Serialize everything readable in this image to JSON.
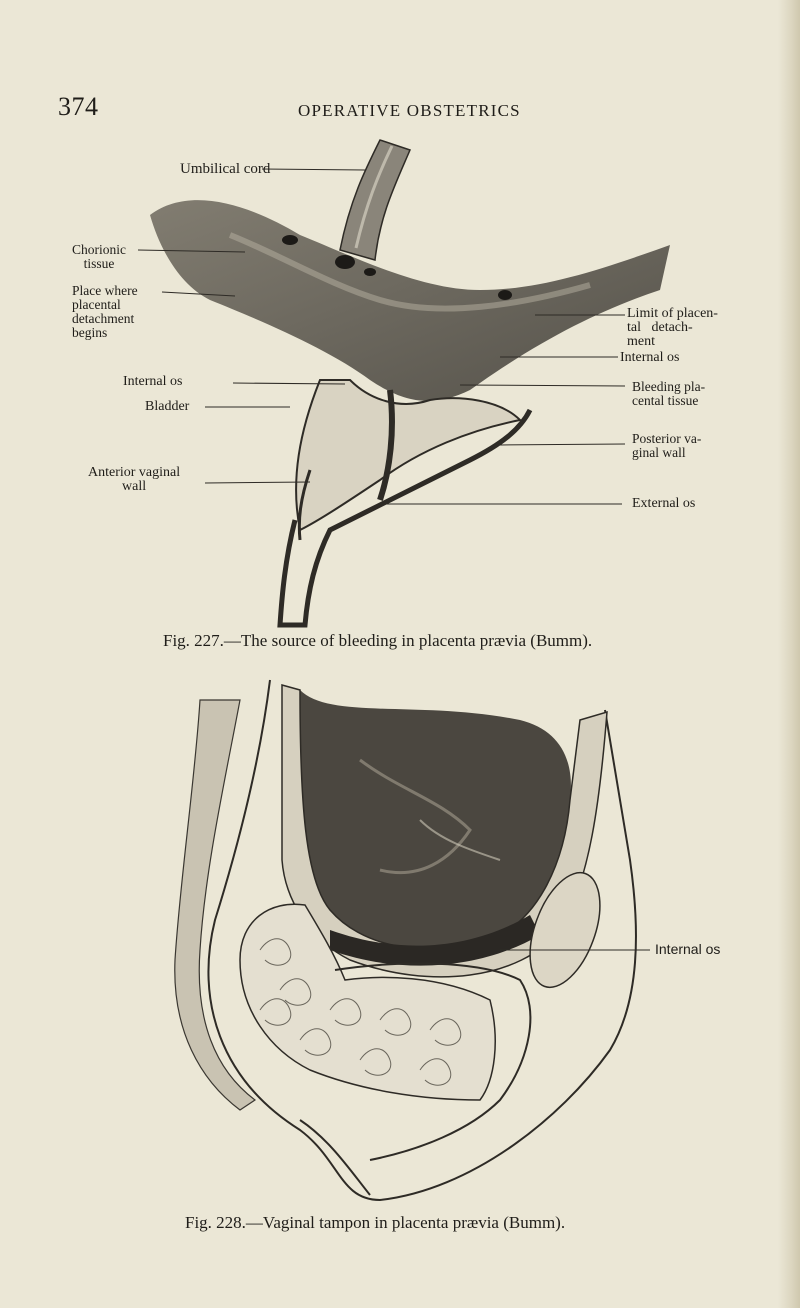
{
  "header": {
    "page_number": "374",
    "running_head": "OPERATIVE OBSTETRICS"
  },
  "figure_227": {
    "caption": "Fig. 227.—The source of bleeding in placenta prævia (Bumm).",
    "labels": {
      "umbilical_cord": "Umbilical cord",
      "chorionic_tissue": [
        "Chorionic",
        "tissue"
      ],
      "placental_detachment": [
        "Place where",
        "placental",
        "detachment",
        "begins"
      ],
      "internal_os_left": "Internal os",
      "bladder": "Bladder",
      "anterior_vaginal_wall": [
        "Anterior vaginal",
        "wall"
      ],
      "limit_of_detachment": [
        "Limit of placen-",
        "tal   detach-",
        "ment"
      ],
      "internal_os_right": "Internal os",
      "bleeding_tissue": [
        "Bleeding pla-",
        "cental tissue"
      ],
      "posterior_vaginal_wall": [
        "Posterior va-",
        "ginal wall"
      ],
      "external_os": "External os"
    }
  },
  "figure_228": {
    "caption": "Fig. 228.—Vaginal tampon in placenta prævia (Bumm).",
    "labels": {
      "internal_os": "Internal os"
    }
  }
}
